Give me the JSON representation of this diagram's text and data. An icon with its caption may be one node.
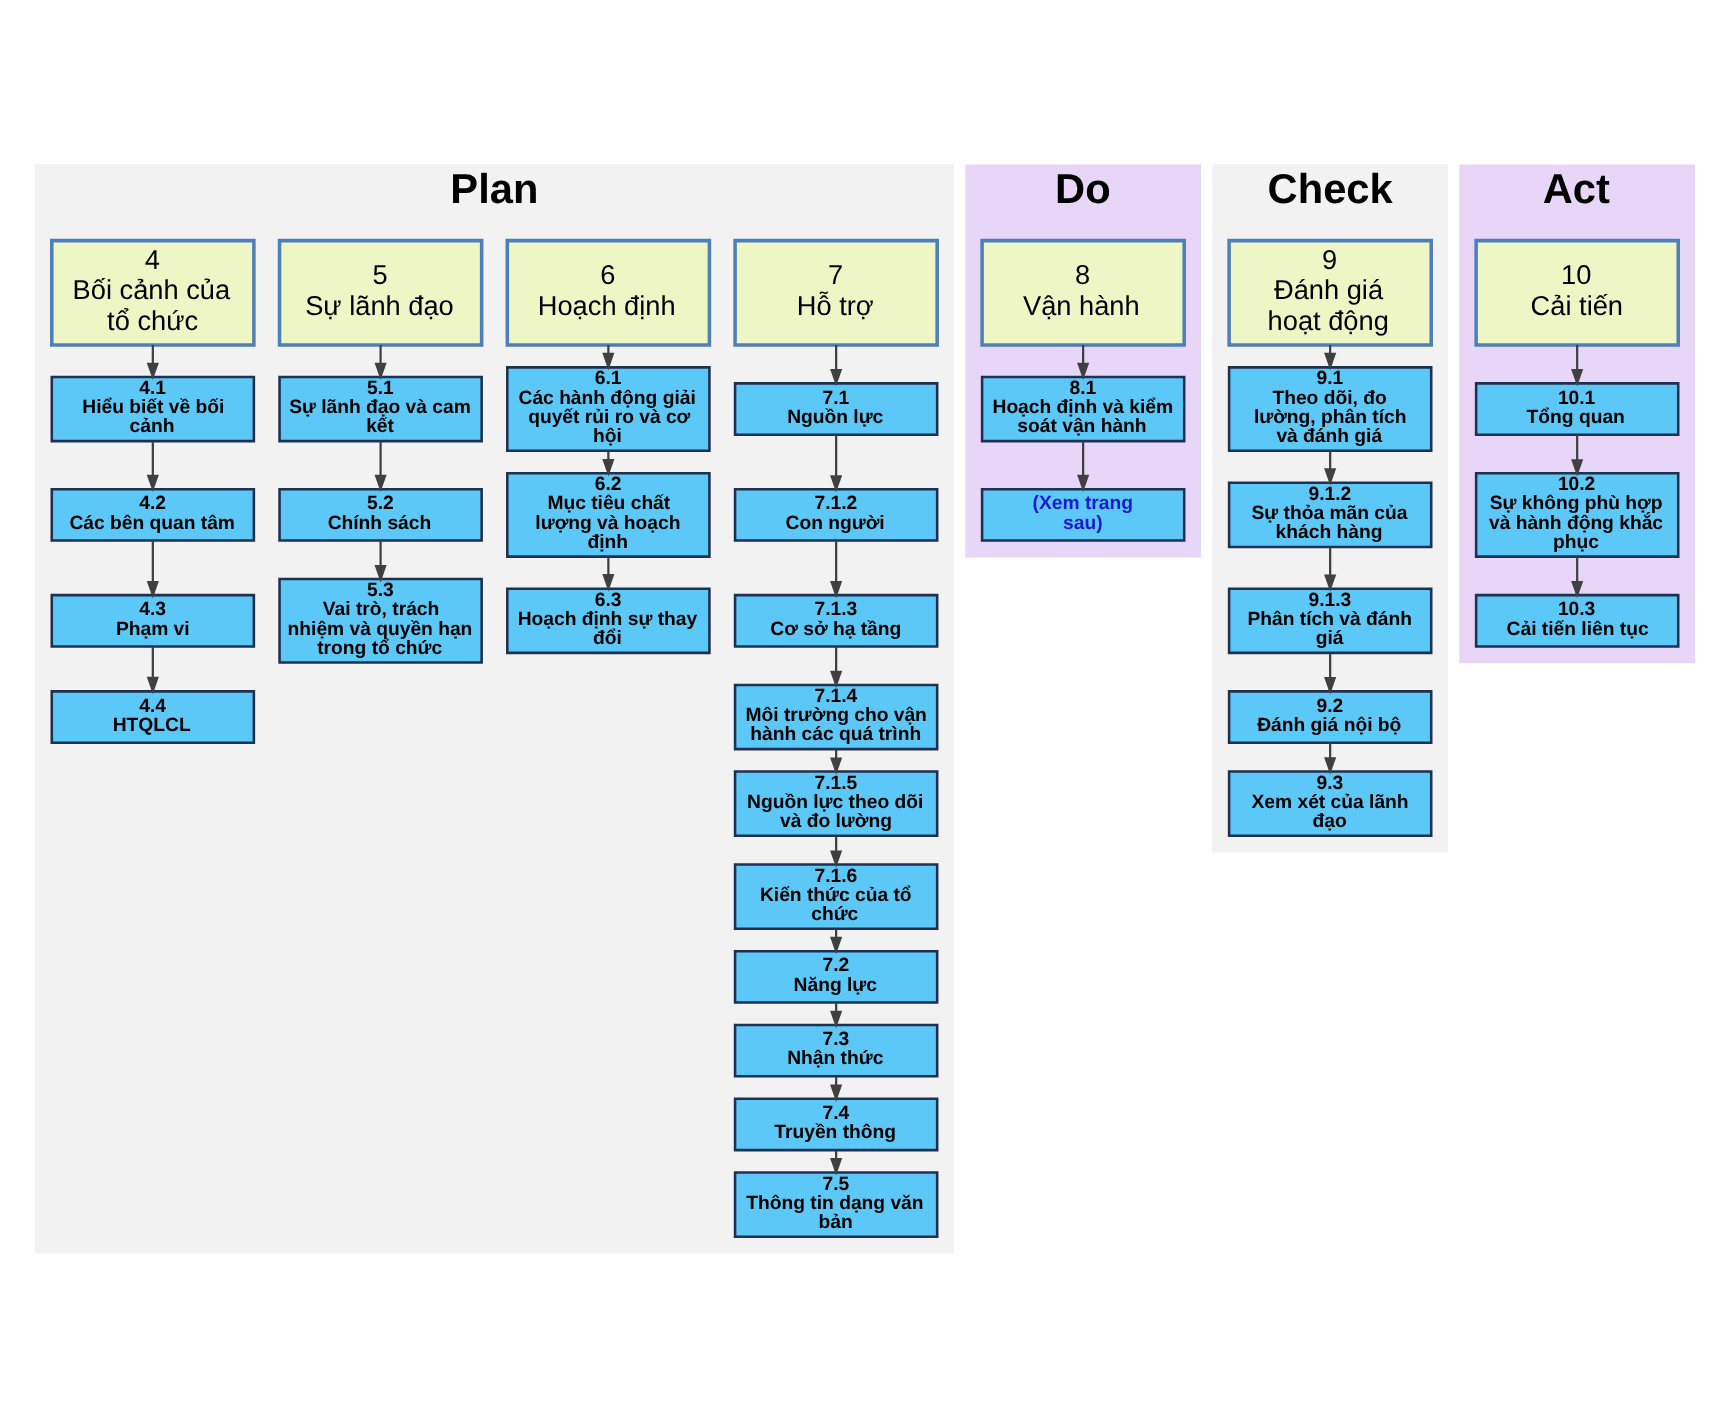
{
  "diagram": {
    "nodes": [
      {
        "text": [
          "Plan"
        ]
      },
      {
        "text": [
          "4",
          "Bối cảnh của tổ chức"
        ],
        "in": 0
      },
      {
        "text": [
          "4.1",
          "Hiểu biết về bối cảnh"
        ],
        "in": 0
      },
      {
        "text": [
          "4.2",
          "Các bên quan tâm"
        ],
        "in": 0
      },
      {
        "text": [
          "4.3",
          "Phạm vi"
        ],
        "in": 0
      },
      {
        "text": [
          "4.4",
          "HTQLCL"
        ],
        "in": 0
      },
      {
        "text": [
          "5",
          "Sự lãnh đạo"
        ],
        "in": 0
      },
      {
        "text": [
          "5.1",
          "Sự lãnh đạo và cam kết"
        ],
        "in": 0
      },
      {
        "text": [
          "5.2",
          "Chính sách"
        ],
        "in": 0
      },
      {
        "text": [
          "5.3",
          "Vai trò, trách nhiệm và quyền hạn trong tổ chức"
        ],
        "in": 0
      },
      {
        "text": [
          "6",
          "Hoạch định"
        ],
        "in": 0
      },
      {
        "text": [
          "6.1",
          "Các hành động giải quyết rủi ro và cơ hội"
        ],
        "in": 0
      },
      {
        "text": [
          "6.2",
          "Mục tiêu chất lượng và hoạch định"
        ],
        "in": 0
      },
      {
        "text": [
          "6.3",
          "Hoạch định sự thay đổi"
        ],
        "in": 0
      },
      {
        "text": [
          "7",
          "Hỗ trợ"
        ],
        "in": 0
      },
      {
        "text": [
          "7.1",
          "Nguồn lực"
        ],
        "in": 0
      },
      {
        "text": [
          "7.1.2",
          "Con người"
        ],
        "in": 0
      },
      {
        "text": [
          "7.1.3",
          "Cơ sở hạ tầng"
        ],
        "in": 0
      },
      {
        "text": [
          "7.1.4",
          "Môi trường cho vận hành các quá trình"
        ],
        "in": 0
      },
      {
        "text": [
          "7.1.5",
          "Nguồn lực theo dõi và đo lường"
        ],
        "in": 0
      },
      {
        "text": [
          "7.1.6",
          "Kiến thức của tổ chức"
        ],
        "in": 0
      },
      {
        "text": [
          "7.2",
          "Năng lực"
        ],
        "in": 0
      },
      {
        "text": [
          "7.3",
          "Nhận thức"
        ],
        "in": 0
      },
      {
        "text": [
          "7.4",
          "Truyền thông"
        ],
        "in": 0
      },
      {
        "text": [
          "7.5",
          "Thông tin dạng văn bản"
        ],
        "in": 0
      },
      {
        "text": [
          "Do"
        ]
      },
      {
        "text": [
          "8",
          "Vận hành"
        ],
        "in": 25
      },
      {
        "text": [
          "8.1",
          "Hoạch định và kiểm soát vận hành"
        ],
        "in": 25
      },
      {
        "text": [
          "(Xem trang sau)"
        ],
        "in": 25
      },
      {
        "text": [
          "Check"
        ]
      },
      {
        "text": [
          "9",
          "Đánh giá hoạt động"
        ],
        "in": 29
      },
      {
        "text": [
          "9.1",
          "Theo dõi, đo lường, phân tích và đánh giá"
        ],
        "in": 29
      },
      {
        "text": [
          "9.1.2",
          "Sự thỏa mãn của khách hàng"
        ],
        "in": 29
      },
      {
        "text": [
          "9.1.3",
          "Phân tích và đánh giá"
        ],
        "in": 29
      },
      {
        "text": [
          "9.2",
          "Đánh giá nội bộ"
        ],
        "in": 29
      },
      {
        "text": [
          "9.3",
          "Xem xét của lãnh đạo"
        ],
        "in": 29
      },
      {
        "text": [
          "Act"
        ]
      },
      {
        "text": [
          "10",
          "Cải tiến"
        ],
        "in": 36
      },
      {
        "text": [
          "10.1",
          "Tổng quan"
        ],
        "in": 36
      },
      {
        "text": [
          "10.2",
          "Sự không phù hợp và hành động khắc phục"
        ],
        "in": 36
      },
      {
        "text": [
          "10.3",
          "Cải tiến liên tục"
        ],
        "in": 36
      }
    ],
    "edges": [
      {
        "from": 1,
        "to": 2,
        "arrow": "to"
      },
      {
        "from": 2,
        "to": 3,
        "arrow": "to"
      },
      {
        "from": 3,
        "to": 4,
        "arrow": "to"
      },
      {
        "from": 4,
        "to": 5,
        "arrow": "to"
      },
      {
        "from": 6,
        "to": 7,
        "arrow": "to"
      },
      {
        "from": 7,
        "to": 8,
        "arrow": "to"
      },
      {
        "from": 8,
        "to": 9,
        "arrow": "to"
      },
      {
        "from": 10,
        "to": 11,
        "arrow": "to"
      },
      {
        "from": 11,
        "to": 12,
        "arrow": "to"
      },
      {
        "from": 12,
        "to": 13,
        "arrow": "to"
      },
      {
        "from": 14,
        "to": 15,
        "arrow": "to"
      },
      {
        "from": 15,
        "to": 16,
        "arrow": "to"
      },
      {
        "from": 16,
        "to": 17,
        "arrow": "to"
      },
      {
        "from": 17,
        "to": 18,
        "arrow": "to"
      },
      {
        "from": 18,
        "to": 19,
        "arrow": "to"
      },
      {
        "from": 19,
        "to": 20,
        "arrow": "to"
      },
      {
        "from": 20,
        "to": 21,
        "arrow": "to"
      },
      {
        "from": 21,
        "to": 22,
        "arrow": "to"
      },
      {
        "from": 22,
        "to": 23,
        "arrow": "to"
      },
      {
        "from": 23,
        "to": 24,
        "arrow": "to"
      },
      {
        "from": 26,
        "to": 27,
        "arrow": "to"
      },
      {
        "from": 27,
        "to": 28,
        "arrow": "to"
      },
      {
        "from": 30,
        "to": 31,
        "arrow": "to"
      },
      {
        "from": 31,
        "to": 32,
        "arrow": "to"
      },
      {
        "from": 32,
        "to": 33,
        "arrow": "to"
      },
      {
        "from": 33,
        "to": 34,
        "arrow": "to"
      },
      {
        "from": 34,
        "to": 35,
        "arrow": "to"
      },
      {
        "from": 37,
        "to": 38,
        "arrow": "to"
      },
      {
        "from": 38,
        "to": 39,
        "arrow": "to"
      },
      {
        "from": 39,
        "to": 40,
        "arrow": "to"
      }
    ]
  }
}
